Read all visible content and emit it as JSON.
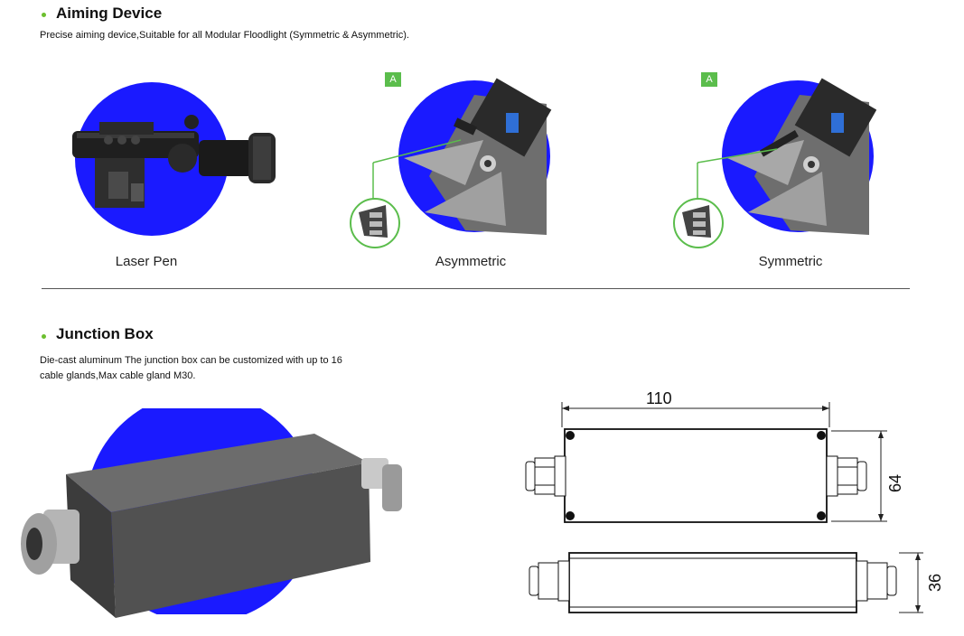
{
  "sections": {
    "aiming": {
      "title": "Aiming Device",
      "description": "Precise aiming device,Suitable for all Modular Floodlight (Symmetric & Asymmetric).",
      "items": [
        {
          "label": "Laser Pen"
        },
        {
          "label": "Asymmetric",
          "tag": "A"
        },
        {
          "label": "Symmetric",
          "tag": "A"
        }
      ]
    },
    "junction": {
      "title": "Junction Box",
      "description_line1": "Die-cast aluminum The junction box can be customized with up to 16",
      "description_line2": "cable glands,Max cable gland M30.",
      "dimensions": {
        "length": "110",
        "width": "64",
        "height": "36"
      }
    }
  },
  "colors": {
    "accent_circle": "#1a1aff",
    "bullet": "#6cbf2e",
    "tag": "#5bbd4c",
    "callout": "#5bbd4c"
  }
}
